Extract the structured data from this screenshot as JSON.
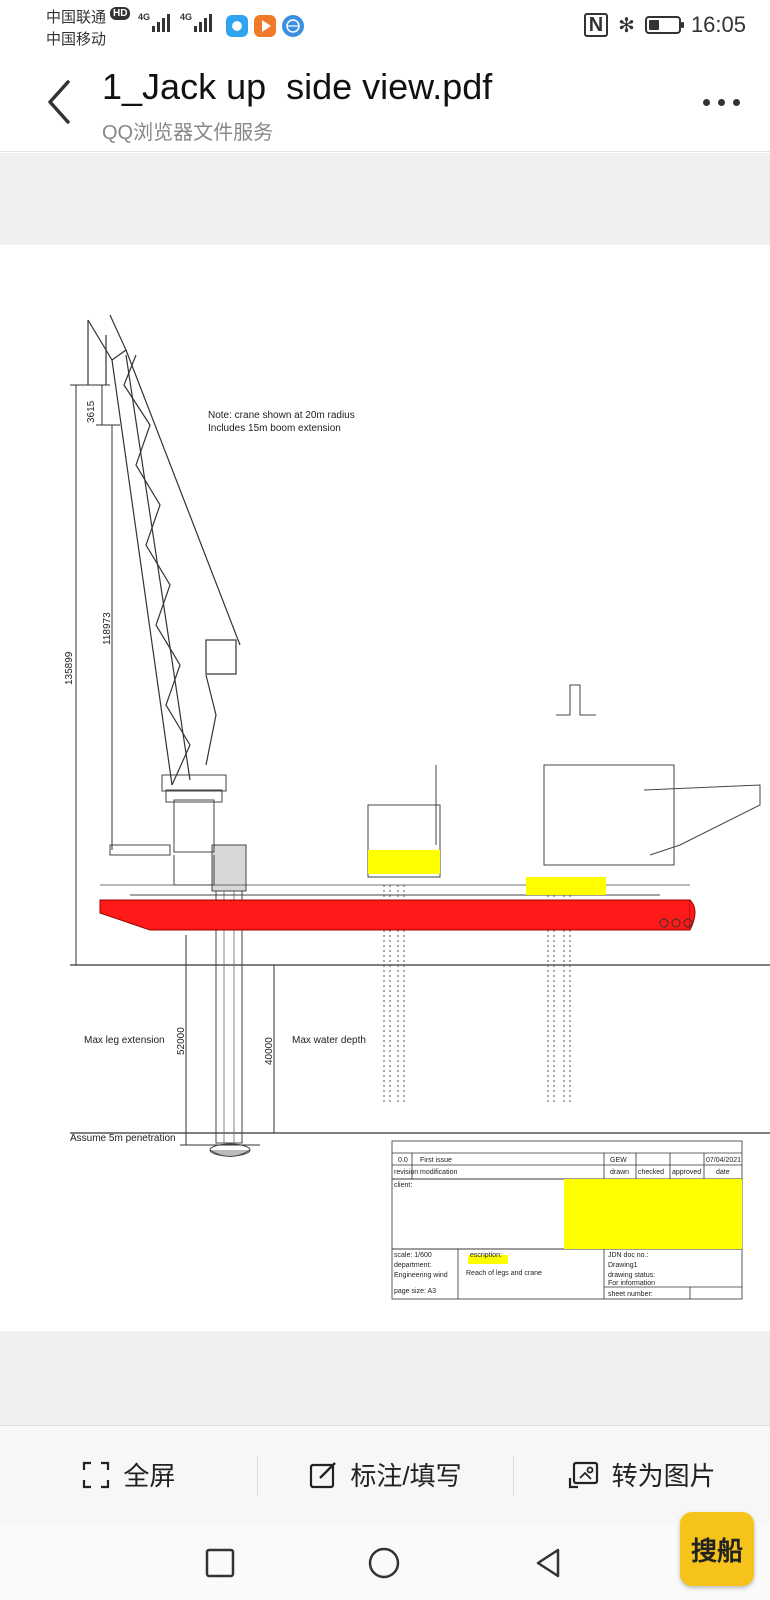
{
  "status_bar": {
    "carrier_1": "中国联通",
    "carrier_2": "中国移动",
    "hd_badge": "HD",
    "network_1": "4G",
    "network_2": "4G",
    "time": "16:05",
    "battery_level": 0.35,
    "nfc_label": "N",
    "bluetooth_glyph": "✻"
  },
  "title_bar": {
    "title": "1_Jack up  side view.pdf",
    "subtitle": "QQ浏览器文件服务"
  },
  "drawing": {
    "note_line_1": "Note: crane shown at 20m radius",
    "note_line_2": "Includes 15m boom extension",
    "dim_3615": "3615",
    "dim_118973": "118973",
    "dim_135899": "135899",
    "dim_52000": "52000",
    "dim_40000": "40000",
    "label_max_leg": "Max leg extension",
    "label_max_water": "Max water depth",
    "label_penetration": "Assume 5m penetration",
    "tb_rev": "0.0",
    "tb_first_issue": "First issue",
    "tb_gew": "GEW",
    "tb_date_value": "07/04/2021",
    "tb_revision": "revision",
    "tb_modification": "modification",
    "tb_drawn": "drawn",
    "tb_checked": "checked",
    "tb_approved": "approved",
    "tb_date": "date",
    "tb_client": "client:",
    "tb_scale": "scale:  1/600",
    "tb_department": "department:",
    "tb_eng_wind": "Engineering wind",
    "tb_page_size": "page size:   A3",
    "tb_description": "escription:",
    "tb_desc_text": "Reach of legs and crane",
    "tb_doc_no": "JDN doc no.:",
    "tb_drawing1": "Drawing1",
    "tb_drawing_status": "drawing status:",
    "tb_for_info": "For information",
    "tb_sheet": "sheet number:",
    "hull_color": "#ff1a1a",
    "highlight_color": "#ffff00"
  },
  "toolbar": {
    "fullscreen": "全屏",
    "annotate": "标注/填写",
    "to_image": "转为图片"
  },
  "floating": {
    "souchuan": "搜船"
  }
}
